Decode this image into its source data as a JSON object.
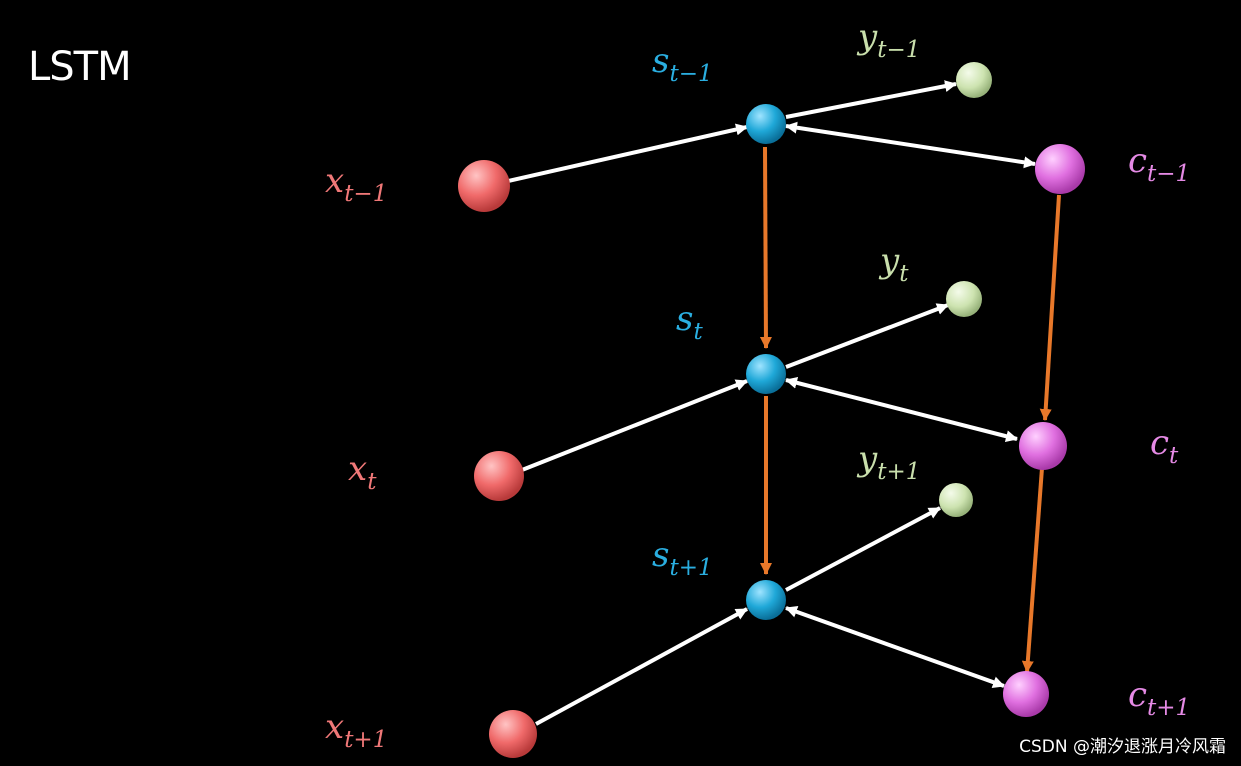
{
  "title": "LSTM",
  "watermark": "CSDN @潮汐退涨月冷风霜",
  "colors": {
    "background": "#000000",
    "x_node": "#f06a6a",
    "x_label": "#f07878",
    "s_node": "#1fa8d8",
    "s_label": "#2aaee0",
    "y_node": "#cde3b0",
    "y_label": "#c9dfac",
    "c_node": "#e070e0",
    "c_label": "#e58ae5",
    "edge": "#ffffff",
    "recurrent_edge": "#e8782a"
  },
  "labels": {
    "x_prev": {
      "base": "x",
      "sub": "t−1"
    },
    "x_cur": {
      "base": "x",
      "sub": "t"
    },
    "x_next": {
      "base": "x",
      "sub": "t+1"
    },
    "s_prev": {
      "base": "s",
      "sub": "t−1"
    },
    "s_cur": {
      "base": "s",
      "sub": "t"
    },
    "s_next": {
      "base": "s",
      "sub": "t+1"
    },
    "y_prev": {
      "base": "y",
      "sub": "t−1"
    },
    "y_cur": {
      "base": "y",
      "sub": "t"
    },
    "y_next": {
      "base": "y",
      "sub": "t+1"
    },
    "c_prev": {
      "base": "c",
      "sub": "t−1"
    },
    "c_cur": {
      "base": "c",
      "sub": "t"
    },
    "c_next": {
      "base": "c",
      "sub": "t+1"
    }
  }
}
